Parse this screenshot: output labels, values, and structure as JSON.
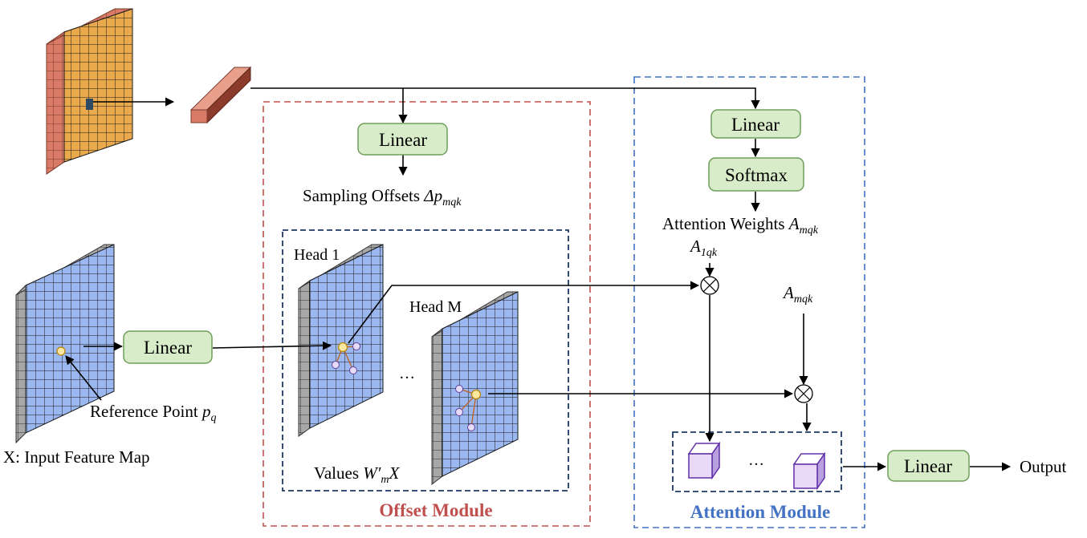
{
  "colors": {
    "box_fill": "#d8ecc9",
    "box_stroke": "#6f9e5b",
    "offset_module": "#c0504d",
    "attention_module": "#4472c4",
    "head_box": "#1f3864",
    "orange_map": "#e9a94c",
    "orange_side": "#d97b66",
    "blue_map": "#9bb7ef",
    "gray_side": "#a7a7a7",
    "cube_fill": "#e9d8f6",
    "cube_stroke": "#6030a8"
  },
  "labels": {
    "linear": "Linear",
    "softmax": "Softmax",
    "output": "Output",
    "input_feature_map": "X: Input Feature Map",
    "reference_point": "Reference Point",
    "reference_point_var": "p",
    "reference_point_sub": "q",
    "sampling_offsets": "Sampling Offsets",
    "sampling_offsets_var": "Δp",
    "sampling_offsets_sub": "mqk",
    "attention_weights": "Attention Weights",
    "attention_weights_var": "A",
    "attention_weights_sub": "mqk",
    "a1qk_var": "A",
    "a1qk_sub": "1qk",
    "amqk_var": "A",
    "amqk_sub": "mqk",
    "head_1": "Head 1",
    "head_m": "Head M",
    "values_prefix": "Values",
    "values_var": "W′",
    "values_sub": "m",
    "values_suffix": "X",
    "ellipsis_heads": "…",
    "ellipsis_cubes": "…",
    "offset_module": "Offset Module",
    "attention_module": "Attention Module"
  }
}
